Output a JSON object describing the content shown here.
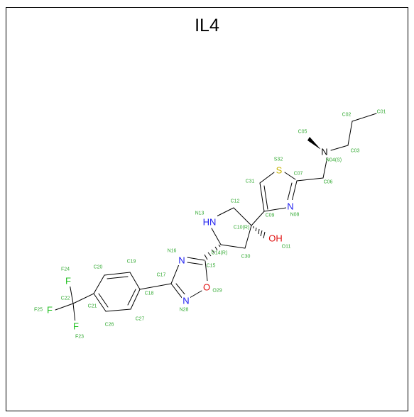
{
  "title": "IL4",
  "colors": {
    "carbon": "#000000",
    "nitrogen": "#1c1cf0",
    "oxygen": "#e01010",
    "sulfur": "#c8b400",
    "fluorine": "#20c020",
    "index_label": "#33aa33"
  },
  "atoms": {
    "N13": "HN",
    "O11": "OH",
    "N16": "N",
    "N28": "N",
    "O29": "O",
    "S32": "S",
    "N08": "N",
    "N04": "N",
    "F23": "F",
    "F24": "F",
    "F25": "F"
  },
  "index_labels": {
    "C01": "C01",
    "C02": "C02",
    "C03": "C03",
    "N04": "N04(S)",
    "C05": "C05",
    "C06": "C06",
    "C07": "C07",
    "N08": "N08",
    "C09": "C09",
    "C10": "C10(R)",
    "O11": "O11",
    "C12": "C12",
    "N13": "N13",
    "C14": "C14(R)",
    "C15": "C15",
    "N16": "N16",
    "C17": "C17",
    "C18": "C18",
    "C19": "C19",
    "C20": "C20",
    "C21": "C21",
    "C22": "C22",
    "F23": "F23",
    "F24": "F24",
    "F25": "F25",
    "C26": "C26",
    "C27": "C27",
    "N28": "N28",
    "O29": "O29",
    "C30": "C30",
    "C31": "C31",
    "S32": "S32"
  }
}
